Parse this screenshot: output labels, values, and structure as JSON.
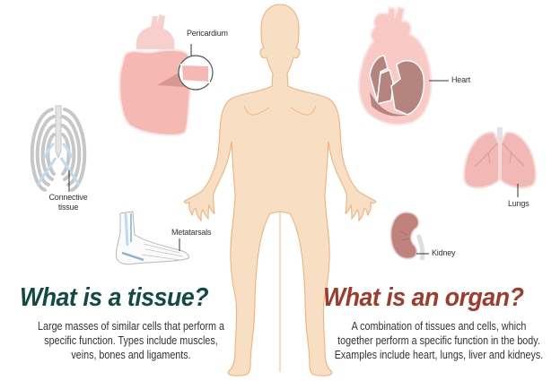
{
  "diagram": {
    "colors": {
      "tissue_heading": "#124a44",
      "organ_heading": "#a03a2a",
      "skin_fill": "#f8dfc3",
      "skin_stroke": "#f0b27a",
      "heart_fill": "#f5b9b4",
      "heart_inner": "#b6847f",
      "lungs_fill": "#f1b8b6",
      "kidney_fill": "#c0827c",
      "connective_blue": "#bfdcef"
    },
    "labels": {
      "pericardium": "Pericardium",
      "heart": "Heart",
      "lungs": "Lungs",
      "kidney": "Kidney",
      "connective_tissue_line1": "Connective",
      "connective_tissue_line2": "tissue",
      "metatarsals": "Metatarsals"
    },
    "tissue": {
      "heading": "What is a tissue?",
      "line1": "Large masses of similar cells that perform a",
      "line2": "specific function. Types include muscles,",
      "line3": "veins, bones and ligaments."
    },
    "organ": {
      "heading": "What is an organ?",
      "line1": "A combination of tissues and cells, which",
      "line2": "together perform a specific function in the body.",
      "line3": "Examples include heart, lungs, liver and kidneys."
    }
  }
}
